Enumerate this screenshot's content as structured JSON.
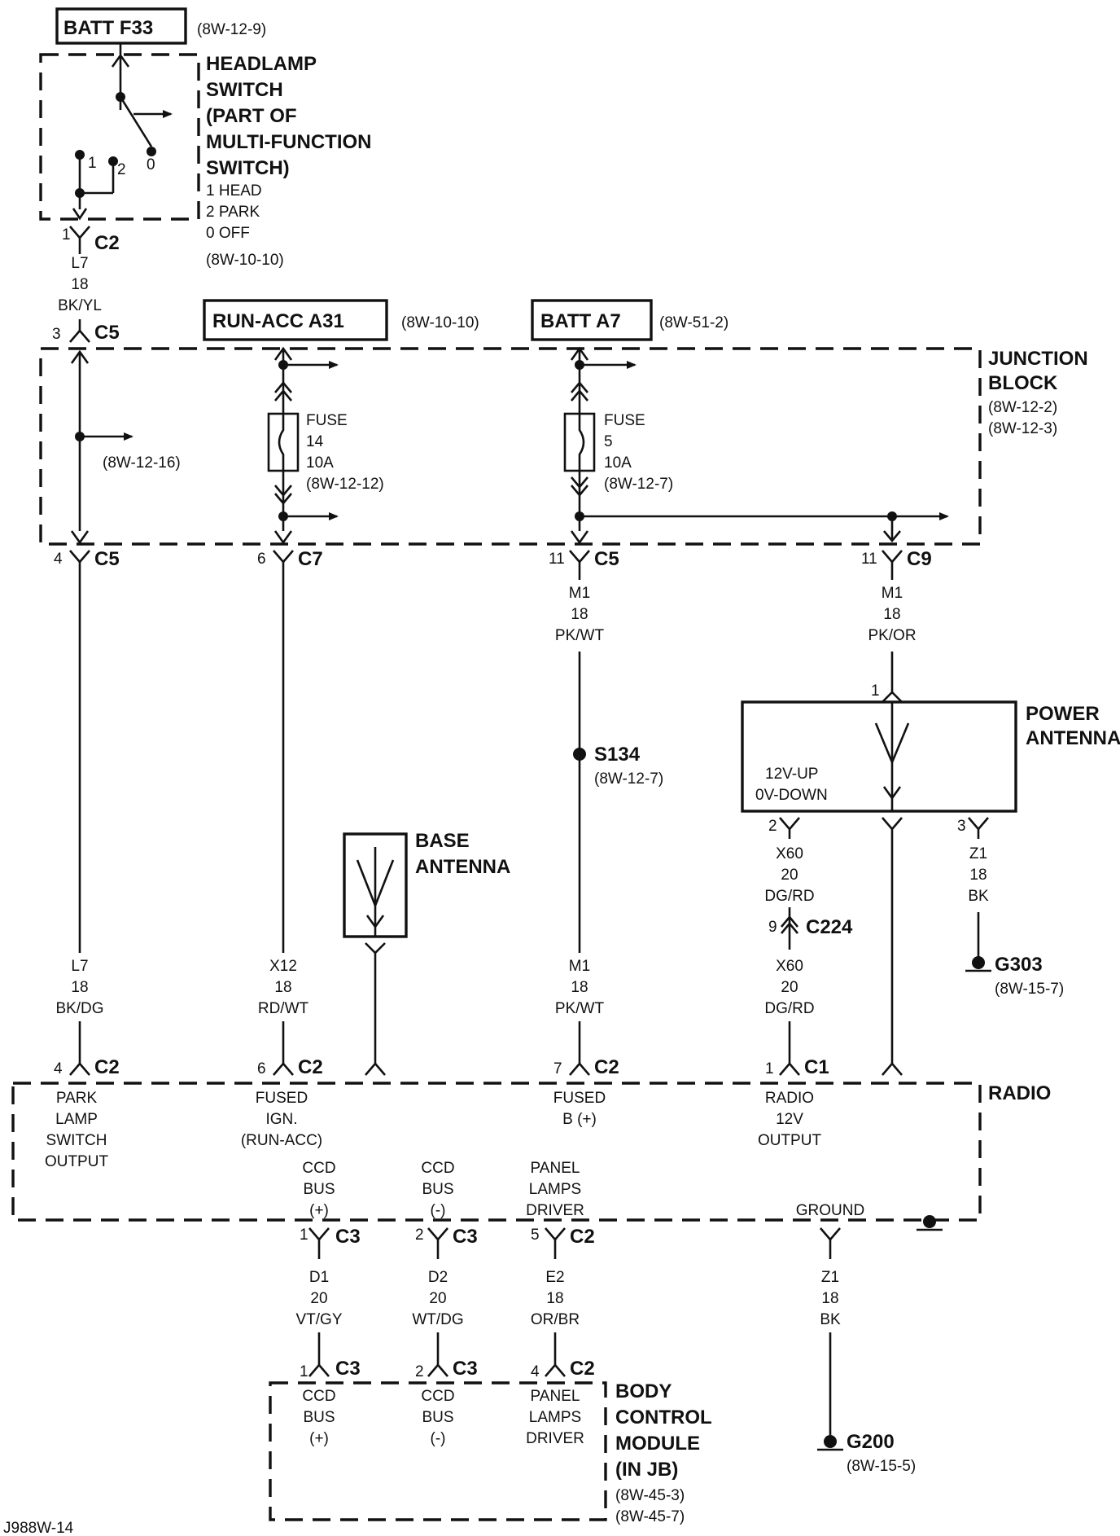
{
  "sources": {
    "batt_f33": {
      "label": "BATT F33",
      "ref": "(8W-12-9)"
    },
    "run_acc_a31": {
      "label": "RUN-ACC A31",
      "ref": "(8W-10-10)"
    },
    "batt_a7": {
      "label": "BATT A7",
      "ref": "(8W-51-2)"
    }
  },
  "headlamp_switch": {
    "title_lines": [
      "HEADLAMP",
      "SWITCH",
      "(PART OF",
      "MULTI-FUNCTION",
      "SWITCH)"
    ],
    "legend": [
      "1 HEAD",
      "2 PARK",
      "0 OFF"
    ],
    "ref": "(8W-10-10)",
    "pos_labels": [
      "1",
      "2",
      "0"
    ]
  },
  "junction_block": {
    "title_lines": [
      "JUNCTION",
      "BLOCK"
    ],
    "refs": [
      "(8W-12-2)",
      "(8W-12-3)"
    ],
    "c5_ref": "(8W-12-16)",
    "fuse14": [
      "FUSE",
      "14",
      "10A",
      "(8W-12-12)"
    ],
    "fuse5": [
      "FUSE",
      "5",
      "10A",
      "(8W-12-7)"
    ]
  },
  "connectors": {
    "hs_c2": {
      "pin": "1",
      "name": "C2"
    },
    "jb_in_c5": {
      "pin": "3",
      "name": "C5"
    },
    "jb_out_c5a": {
      "pin": "4",
      "name": "C5"
    },
    "jb_out_c7": {
      "pin": "6",
      "name": "C7"
    },
    "jb_out_c5b": {
      "pin": "11",
      "name": "C5"
    },
    "jb_out_c9": {
      "pin": "11",
      "name": "C9"
    },
    "pa_1": {
      "pin": "1"
    },
    "pa_2": {
      "pin": "2"
    },
    "pa_3": {
      "pin": "3"
    },
    "c224": {
      "pin": "9",
      "name": "C224"
    },
    "r_c2_4": {
      "pin": "4",
      "name": "C2"
    },
    "r_c2_6": {
      "pin": "6",
      "name": "C2"
    },
    "r_c2_7": {
      "pin": "7",
      "name": "C2"
    },
    "r_c1_1": {
      "pin": "1",
      "name": "C1"
    },
    "r_c3_1": {
      "pin": "1",
      "name": "C3"
    },
    "r_c3_2": {
      "pin": "2",
      "name": "C3"
    },
    "r_c2_5": {
      "pin": "5",
      "name": "C2"
    },
    "b_c3_1": {
      "pin": "1",
      "name": "C3"
    },
    "b_c3_2": {
      "pin": "2",
      "name": "C3"
    },
    "b_c2_4": {
      "pin": "4",
      "name": "C2"
    }
  },
  "wires": {
    "hs_to_jb": [
      "L7",
      "18",
      "BK/YL"
    ],
    "c5b_out": [
      "M1",
      "18",
      "PK/WT"
    ],
    "c9_out": [
      "M1",
      "18",
      "PK/OR"
    ],
    "pa_x60_up": [
      "X60",
      "20",
      "DG/RD"
    ],
    "pa_z1": [
      "Z1",
      "18",
      "BK"
    ],
    "l7_radio": [
      "L7",
      "18",
      "BK/DG"
    ],
    "x12_radio": [
      "X12",
      "18",
      "RD/WT"
    ],
    "m1_radio": [
      "M1",
      "18",
      "PK/WT"
    ],
    "x60_radio": [
      "X60",
      "20",
      "DG/RD"
    ],
    "d1": [
      "D1",
      "20",
      "VT/GY"
    ],
    "d2": [
      "D2",
      "20",
      "WT/DG"
    ],
    "e2": [
      "E2",
      "18",
      "OR/BR"
    ],
    "z1_ground": [
      "Z1",
      "18",
      "BK"
    ]
  },
  "splice": {
    "name": "S134",
    "ref": "(8W-12-7)"
  },
  "power_antenna": {
    "title_lines": [
      "POWER",
      "ANTENNA"
    ],
    "note_lines": [
      "12V-UP",
      "0V-DOWN"
    ]
  },
  "base_antenna": {
    "title_lines": [
      "BASE",
      "ANTENNA"
    ]
  },
  "grounds": {
    "g303": {
      "name": "G303",
      "ref": "(8W-15-7)"
    },
    "g200": {
      "name": "G200",
      "ref": "(8W-15-5)"
    }
  },
  "radio": {
    "title": "RADIO",
    "pins": {
      "park": [
        "PARK",
        "LAMP",
        "SWITCH",
        "OUTPUT"
      ],
      "fused_ign": [
        "FUSED",
        "IGN.",
        "(RUN-ACC)"
      ],
      "fused_b": [
        "FUSED",
        "B (+)"
      ],
      "radio_12v": [
        "RADIO",
        "12V",
        "OUTPUT"
      ],
      "ccd_plus": [
        "CCD",
        "BUS",
        "(+)"
      ],
      "ccd_minus": [
        "CCD",
        "BUS",
        "(-)"
      ],
      "panel": [
        "PANEL",
        "LAMPS",
        "DRIVER"
      ],
      "ground": [
        "GROUND"
      ]
    }
  },
  "bcm": {
    "title_lines": [
      "BODY",
      "CONTROL",
      "MODULE",
      "(IN JB)"
    ],
    "refs": [
      "(8W-45-3)",
      "(8W-45-7)"
    ],
    "pins": {
      "ccd_plus": [
        "CCD",
        "BUS",
        "(+)"
      ],
      "ccd_minus": [
        "CCD",
        "BUS",
        "(-)"
      ],
      "panel": [
        "PANEL",
        "LAMPS",
        "DRIVER"
      ]
    }
  },
  "page_code": "J988W-14"
}
